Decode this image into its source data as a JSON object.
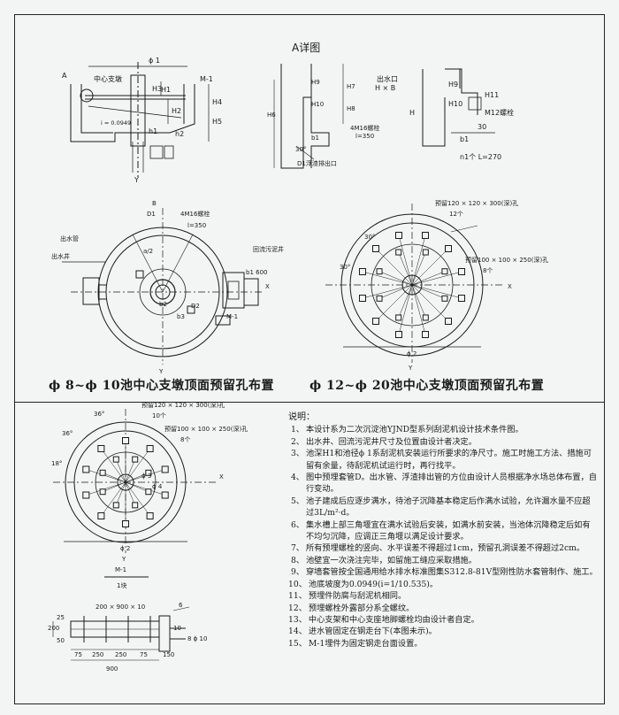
{
  "a_detail": {
    "title": "A详图",
    "left_labels": {
      "H6": "H6",
      "H9": "H9",
      "H10": "H10",
      "H7": "H7",
      "H8": "H8",
      "bolt": "4M16螺栓",
      "spacing": "l=350",
      "b1": "b1",
      "angle": "30°",
      "pipe": "D1浮渣排出口"
    },
    "right_labels": {
      "outlet": "出水口",
      "size": "H × B",
      "H": "H",
      "H9": "H9",
      "H10": "H10",
      "H11": "H11",
      "bolt": "M12螺栓",
      "dim30": "30",
      "b1": "b1",
      "count": "n1个 L=270"
    }
  },
  "top_left": {
    "labels": {
      "A": "A",
      "center": "中心支墩",
      "phi1": "ϕ 1",
      "H3": "H3",
      "H1": "H1",
      "H2": "H2",
      "M1": "M-1",
      "H4": "H4",
      "H5": "H5",
      "slope": "i = 0.0949",
      "h1": "h1",
      "h2": "h2",
      "Y": "Y"
    }
  },
  "plan_small": {
    "caption": "ϕ 8~ϕ 10池中心支墩顶面预留孔布置",
    "labels": {
      "B": "B",
      "D1": "D1",
      "a2": "a/2",
      "bolt": "4M16螺栓",
      "spacing": "l=350",
      "outlet": "出水管",
      "well": "出水井",
      "return": "回流污泥井",
      "X": "X",
      "M1": "M-1",
      "b3": "b3",
      "D2": "D2",
      "Y": "Y",
      "b2": "b2",
      "side": "b1 600"
    }
  },
  "plan_large": {
    "caption": "ϕ 12~ϕ 20池中心支墩顶面预留孔布置",
    "labels": {
      "hole_a": "预留120 × 120 × 300(深)孔",
      "count_a": "12个",
      "hole_b": "预留100 × 100 × 250(深)孔",
      "count_b": "8个",
      "angle1": "30°",
      "angle2": "30°",
      "X": "X",
      "Y": "Y",
      "phi2": "ϕ 2"
    }
  },
  "plan_mid": {
    "labels": {
      "angle1": "36°",
      "angle2": "36°",
      "angle3": "18°",
      "hole_a": "预留120 × 120 × 300(深)孔",
      "count_a": "10个",
      "hole_b": "预留100 × 100 × 250(深)孔",
      "count_b": "8个",
      "X": "X",
      "Y": "Y",
      "phi2": "ϕ 2",
      "phi3": "ϕ 3",
      "phi4": "ϕ 4"
    }
  },
  "m1": {
    "title": "M-1",
    "subtitle": "1块",
    "labels": {
      "plate": "200 × 900 × 10",
      "weld": "6",
      "rebar": "8 ϕ 10",
      "d150": "150",
      "d10": "10",
      "d200": "200",
      "d50": "50",
      "d25": "25",
      "d75a": "75",
      "d250a": "250",
      "d250b": "250",
      "d75b": "75",
      "d900": "900"
    }
  },
  "notes": {
    "title": "说明：",
    "items": [
      "本设计系为二次沉淀池YJND型系列刮泥机设计技术条件图。",
      "出水井、回流污泥井尺寸及位置由设计者决定。",
      "池深H1和池径ϕ 1系刮泥机安装运行所要求的净尺寸。施工时施工方法、措施可留有余量，待刮泥机试运行时，再行找平。",
      "图中预埋套管D。出水管、浮渣排出管的方位由设计人员根据净水场总体布置，自行变动。",
      "池子建成后应逐步满水，待池子沉降基本稳定后作满水试验，允许漏水量不应超过3L/m²·d。",
      "集水槽上部三角堰宜在满水试验后安装，如满水前安装，当池体沉降稳定后如有不均匀沉降，应调正三角堰以满足设计要求。",
      "所有预埋螺栓的竖向、水平误差不得超过1cm，预留孔洞误差不得超过2cm。",
      "池壁宜一次浇注完毕，如留施工缝应采取措施。",
      "穿墙套管按全国通用给水排水标准图集S312.8-81V型刚性防水套管制作、施工。",
      "池底坡度为0.0949(i=1/10.535)。",
      "预埋件防腐与刮泥机相同。",
      "预埋螺栓外露部分系全螺纹。",
      "中心支架和中心支座地脚螺栓均由设计者自定。",
      "进水管固定在钢走台下(本图未示)。",
      "M-1埋件为固定钢走台面设置。"
    ]
  },
  "colors": {
    "ink": "#1a1a1a",
    "paper": "#f3f5f4"
  }
}
